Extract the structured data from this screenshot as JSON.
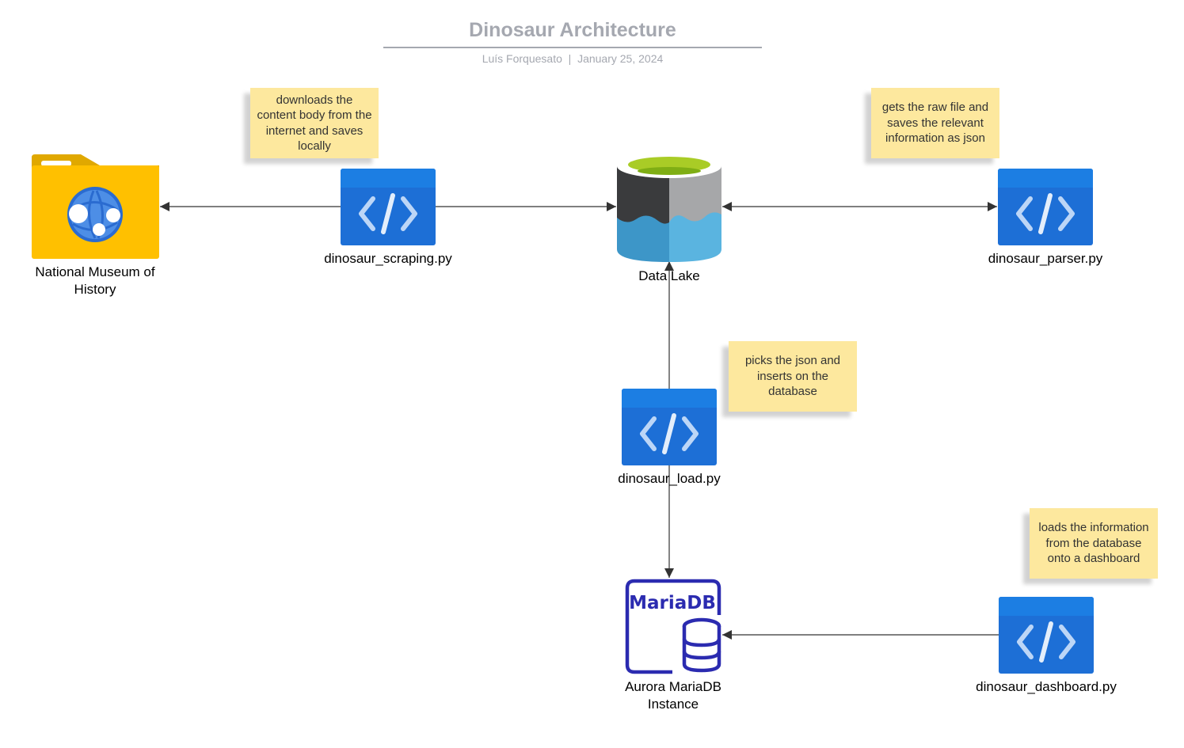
{
  "header": {
    "title": "Dinosaur Architecture",
    "author": "Luís Forquesato",
    "date": "January 25, 2024",
    "separator": "|"
  },
  "nodes": {
    "museum": "National Museum of History",
    "scraping": "dinosaur_scraping.py",
    "datalake": "Data Lake",
    "parser": "dinosaur_parser.py",
    "load": "dinosaur_load.py",
    "mariadb": "Aurora MariaDB Instance",
    "mariadb_logo": "MariaDB",
    "dashboard": "dinosaur_dashboard.py"
  },
  "notes": {
    "scraping": "downloads the content body from the internet and saves locally",
    "parser": "gets the raw file and saves the relevant information as json",
    "load": "picks the json and inserts on the database",
    "dashboard": "loads the information from the database onto a dashboard"
  },
  "edges": [
    {
      "from": "dinosaur_scraping.py",
      "to": "National Museum of History"
    },
    {
      "from": "dinosaur_scraping.py",
      "to": "Data Lake"
    },
    {
      "from": "Data Lake",
      "to": "dinosaur_parser.py",
      "bidirectional": true
    },
    {
      "from": "dinosaur_load.py",
      "to": "Data Lake"
    },
    {
      "from": "dinosaur_load.py",
      "to": "Aurora MariaDB Instance"
    },
    {
      "from": "dinosaur_dashboard.py",
      "to": "Aurora MariaDB Instance"
    }
  ],
  "colors": {
    "code_icon_top": "#1c7ee3",
    "code_icon_body": "#1d6fd6",
    "folder": "#ffc000",
    "sticky_note": "#fde89e",
    "mariadb": "#2b2bb0",
    "title": "#a5a8b0"
  }
}
